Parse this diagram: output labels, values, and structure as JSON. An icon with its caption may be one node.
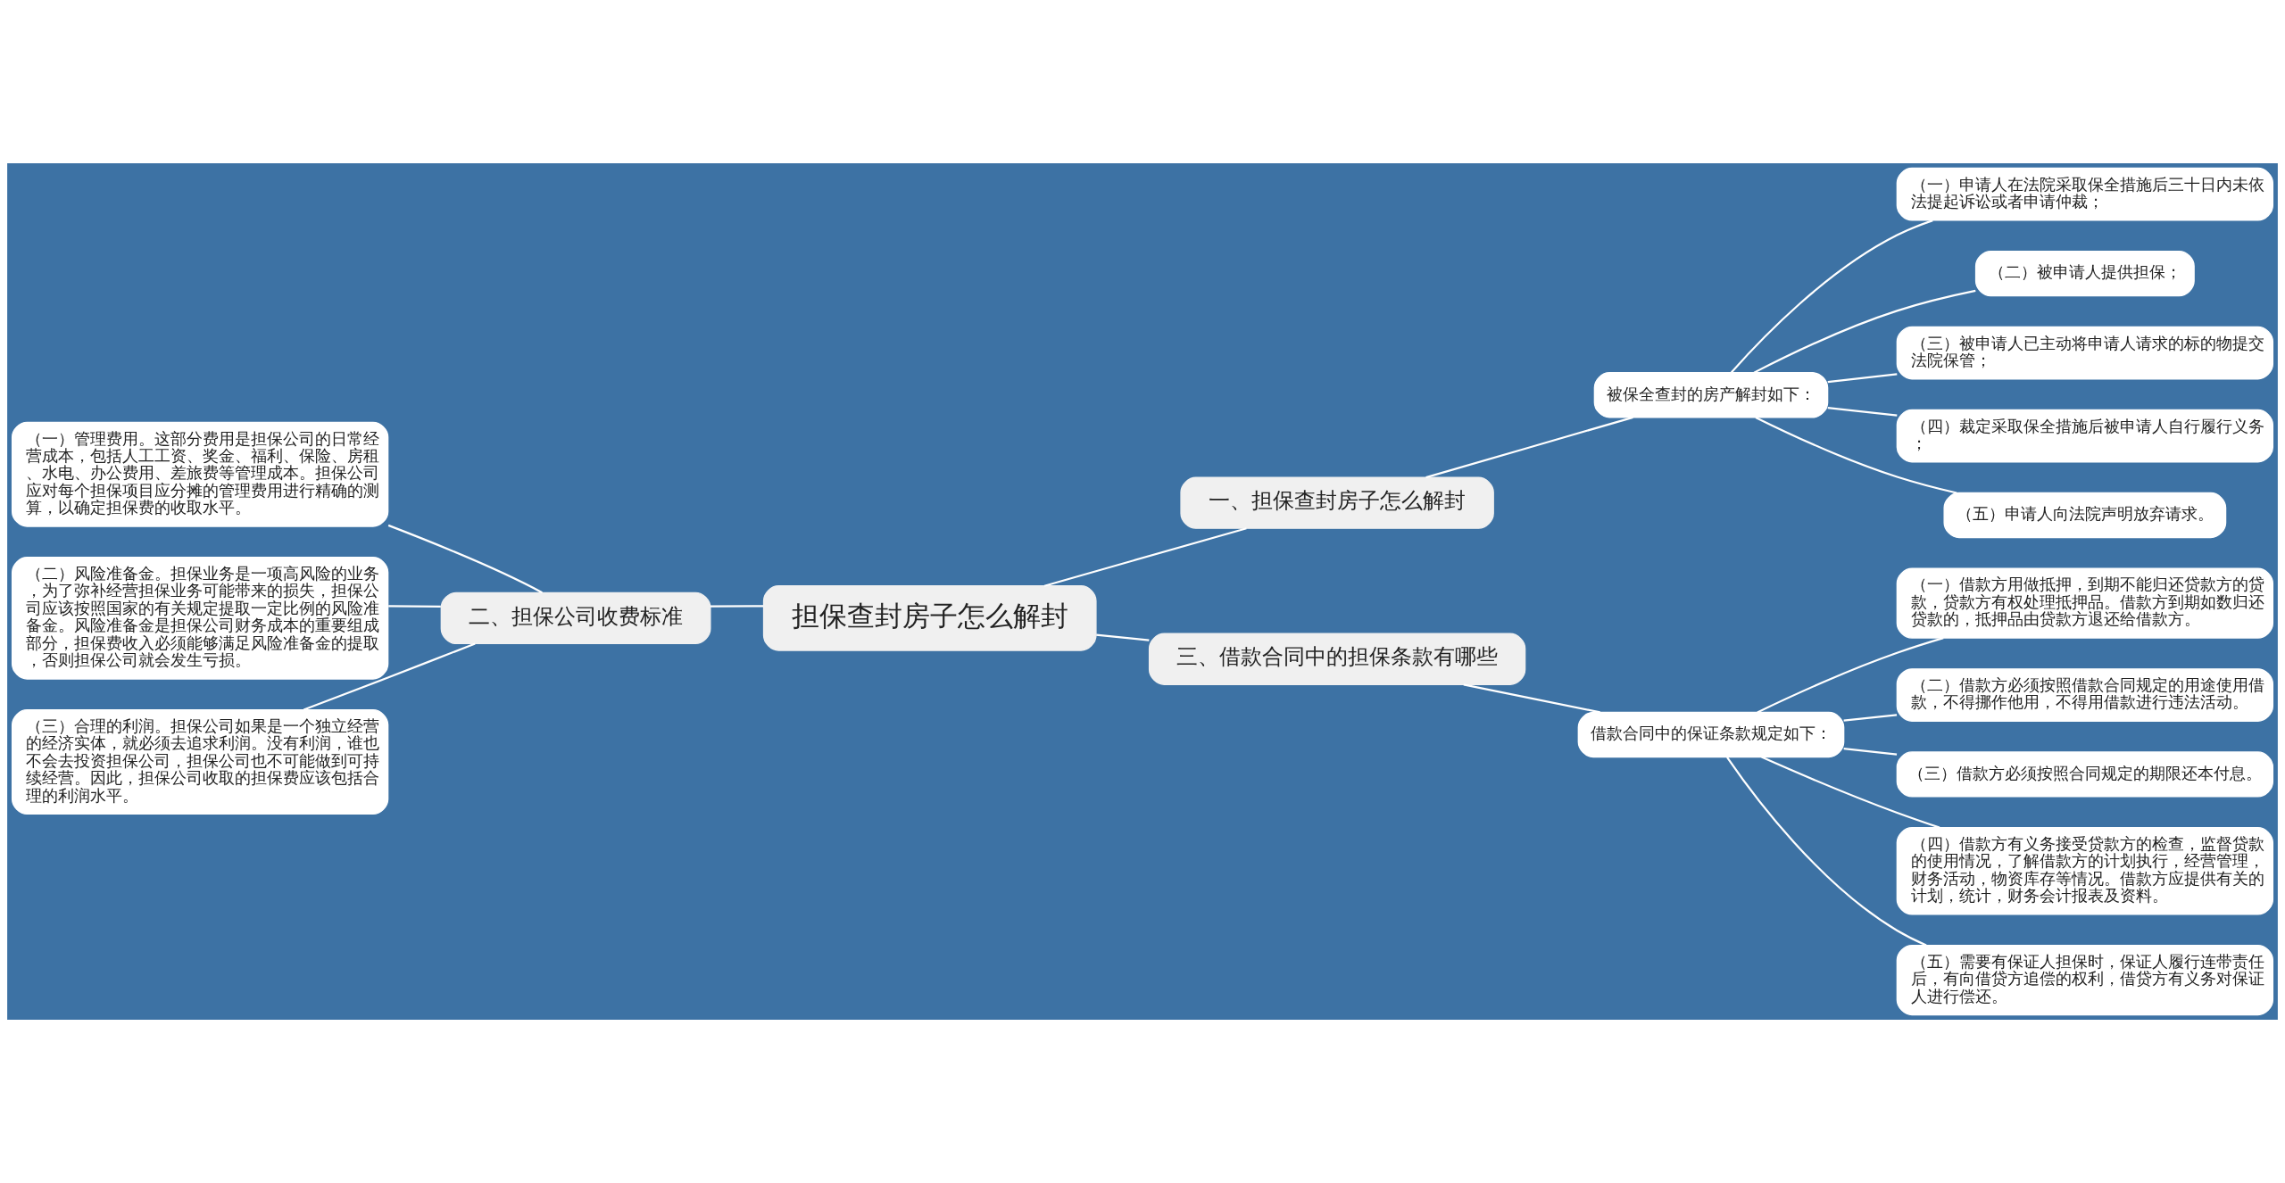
{
  "diagram": {
    "nodes": [
      {
        "text": [
          "担保查封房子怎么解封"
        ]
      },
      {
        "text": [
          "一、担保查封房子怎么解封"
        ]
      },
      {
        "text": [
          "被保全查封的房产解封如下："
        ]
      },
      {
        "text": [
          "（一）申请人在法院采取保全措施后三十日内未依法提起诉讼或者申请仲裁；"
        ]
      },
      {
        "text": [
          "（二）被申请人提供担保；"
        ]
      },
      {
        "text": [
          "（三）被申请人已主动将申请人请求的标的物提交法院保管；"
        ]
      },
      {
        "text": [
          "（四）裁定采取保全措施后被申请人自行履行义务；"
        ]
      },
      {
        "text": [
          "（五）申请人向法院声明放弃请求。"
        ]
      },
      {
        "text": [
          "二、担保公司收费标准"
        ]
      },
      {
        "text": [
          "（一）管理费用。这部分费用是担保公司的日常经营成本，包括人工工资、奖金、福利、保险、房租、水电、办公费用、差旅费等管理成本。担保公司应对每个担保项目应分摊的管理费用进行精确的测算，以确定担保费的收取水平。"
        ]
      },
      {
        "text": [
          "（二）风险准备金。担保业务是一项高风险的业务，为了弥补经营担保业务可能带来的损失，担保公司应该按照国家的有关规定提取一定比例的风险准备金。风险准备金是担保公司财务成本的重要组成部分，担保费收入必须能够满足风险准备金的提取，否则担保公司就会发生亏损。"
        ]
      },
      {
        "text": [
          "（三）合理的利润。担保公司如果是一个独立经营的经济实体，就必须去追求利润。没有利润，谁也不会去投资担保公司，担保公司也不可能做到可持续经营。因此，担保公司收取的担保费应该包括合理的利润水平。"
        ]
      },
      {
        "text": [
          "三、借款合同中的担保条款有哪些"
        ]
      },
      {
        "text": [
          "借款合同中的保证条款规定如下："
        ]
      },
      {
        "text": [
          "（一）借款方用做抵押，到期不能归还贷款方的贷款，贷款方有权处理抵押品。借款方到期如数归还贷款的，抵押品由贷款方退还给借款方。"
        ]
      },
      {
        "text": [
          "（二）借款方必须按照借款合同规定的用途使用借款，不得挪作他用，不得用借款进行违法活动。"
        ]
      },
      {
        "text": [
          "（三）借款方必须按照合同规定的期限还本付息。"
        ]
      },
      {
        "text": [
          "（四）借款方有义务接受贷款方的检查，监督贷款的使用情况，了解借款方的计划执行，经营管理，财务活动，物资库存等情况。借款方应提供有关的计划，统计，财务会计报表及资料。"
        ]
      },
      {
        "text": [
          "（五）需要有保证人担保时，保证人履行连带责任后，有向借贷方追偿的权利，借贷方有义务对保证人进行偿还。"
        ]
      }
    ],
    "edges": [
      {
        "from": 0,
        "to": 1,
        "arrow": "none"
      },
      {
        "from": 1,
        "to": 2,
        "arrow": "none"
      },
      {
        "from": 2,
        "to": 3,
        "arrow": "none"
      },
      {
        "from": 2,
        "to": 4,
        "arrow": "none"
      },
      {
        "from": 2,
        "to": 5,
        "arrow": "none"
      },
      {
        "from": 2,
        "to": 6,
        "arrow": "none"
      },
      {
        "from": 2,
        "to": 7,
        "arrow": "none"
      },
      {
        "from": 0,
        "to": 8,
        "arrow": "none"
      },
      {
        "from": 8,
        "to": 9,
        "arrow": "none"
      },
      {
        "from": 8,
        "to": 10,
        "arrow": "none"
      },
      {
        "from": 8,
        "to": 11,
        "arrow": "none"
      },
      {
        "from": 0,
        "to": 12,
        "arrow": "none"
      },
      {
        "from": 12,
        "to": 13,
        "arrow": "none"
      },
      {
        "from": 13,
        "to": 14,
        "arrow": "none"
      },
      {
        "from": 13,
        "to": 15,
        "arrow": "none"
      },
      {
        "from": 13,
        "to": 16,
        "arrow": "none"
      },
      {
        "from": 13,
        "to": 17,
        "arrow": "none"
      },
      {
        "from": 13,
        "to": 18,
        "arrow": "none"
      }
    ]
  }
}
